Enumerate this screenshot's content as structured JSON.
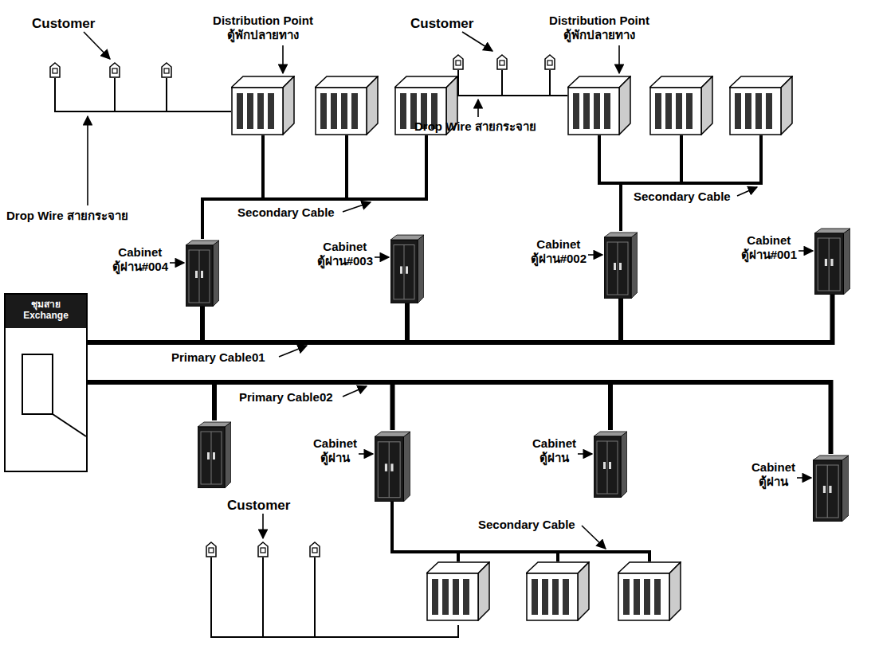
{
  "diagram": {
    "nodes": [
      {
        "text": [
          "Distribution Point",
          "ตู้พักปลายทาง"
        ]
      },
      {
        "text": [
          "Distribution Point",
          "ตู้พักปลายทาง"
        ]
      },
      {
        "text": [
          "Cabinet",
          "ตู้ฝาน#004"
        ]
      },
      {
        "text": [
          "Cabinet",
          "ตู้ฝาน#003"
        ]
      },
      {
        "text": [
          "Cabinet",
          "ตู้ฝาน#002"
        ]
      },
      {
        "text": [
          "Cabinet",
          "ตู้ฝาน#001"
        ]
      },
      {
        "text": [
          "ชุมสาย",
          "Exchange"
        ]
      },
      {
        "text": [
          "Cabinet",
          "ตู้ฝาน"
        ]
      },
      {
        "text": [
          "Cabinet",
          "ตู้ฝาน"
        ]
      },
      {
        "text": [
          "Cabinet",
          "ตู้ฝาน"
        ]
      }
    ],
    "edges": [
      {
        "from": 6,
        "to": 2,
        "arrow": "none"
      },
      {
        "from": 6,
        "to": 3,
        "arrow": "none"
      },
      {
        "from": 6,
        "to": 4,
        "arrow": "none"
      },
      {
        "from": 6,
        "to": 5,
        "arrow": "none"
      },
      {
        "from": 6,
        "to": 7,
        "arrow": "none"
      },
      {
        "from": 6,
        "to": 8,
        "arrow": "none"
      },
      {
        "from": 6,
        "to": 9,
        "arrow": "none"
      },
      {
        "from": 2,
        "to": 0,
        "arrow": "none"
      },
      {
        "from": 4,
        "to": 1,
        "arrow": "none"
      }
    ],
    "labels": [
      "Customer",
      "Drop Wire สายกระจาย",
      "Secondary Cable",
      "Customer",
      "Drop Wire สายกระจาย",
      "Secondary Cable",
      "Primary Cable01",
      "Primary Cable02",
      "Customer",
      "Secondary Cable"
    ]
  }
}
